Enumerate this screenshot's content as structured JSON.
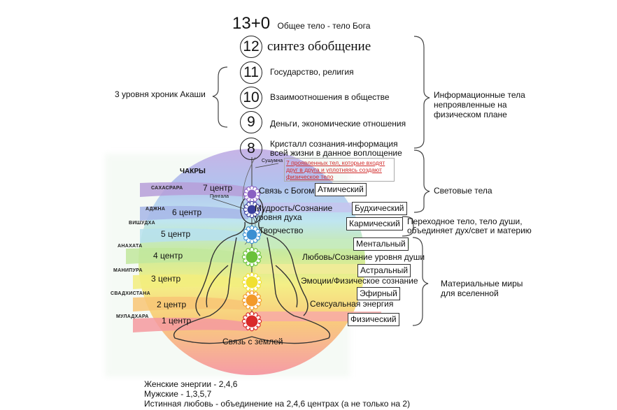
{
  "levels": [
    {
      "number": "13+0",
      "label": "Общее тело - тело Бога"
    },
    {
      "number": "12",
      "label": "синтез обобщение"
    },
    {
      "number": "11",
      "label": "Государство, религия"
    },
    {
      "number": "10",
      "label": "Взаимоотношения в обществе"
    },
    {
      "number": "9",
      "label": "Деньги, экономические отношения"
    },
    {
      "number": "8",
      "label_line1": "Кристалл сознания-информация",
      "label_line2": "всей жизни в данное воплощение"
    }
  ],
  "akashi_label": "3 уровня хроник Акаши",
  "right_groups": {
    "info": [
      "Информационные тела",
      "непроявленные на",
      "физическом плане"
    ],
    "light": "Световые тела",
    "transitional": [
      "Переходное тело, тело души,",
      "объединяет дух/свет и материю"
    ],
    "material": [
      "Материальные миры",
      "для вселенной"
    ]
  },
  "note": "7 проявленных тел, которые входят друг в друга и уплотняясь создают физическое тело",
  "diagram": {
    "chakras_title": "ЧАКРЫ",
    "sushumna": "Сушумна",
    "pingala": "Пингала",
    "chakra_names": [
      "САХАСРАРА",
      "АДЖНА",
      "ВИШУДХА",
      "АНАХАТА",
      "МАНИПУРА",
      "СВАДХИСТАНА",
      "МУЛАДХАРА"
    ],
    "centers": [
      "7 центр",
      "6 центр",
      "5 центр",
      "4 центр",
      "3 центр",
      "2 центр",
      "1 центр"
    ],
    "mid_labels": [
      "Связь с Богом",
      "Мудрость/Сознание",
      "уровня духа",
      "Творчество",
      "Любовь/Сознание уровня души",
      "Эмоции/Физическое сознание",
      "Сексуальная энергия",
      "Связь с землей"
    ],
    "bodies": [
      "Атмический",
      "Будхический",
      "Кармический",
      "Ментальный",
      "Астральный",
      "Эфирный",
      "Физический"
    ],
    "band_colors": [
      "#b9a3d8",
      "#a9b8e6",
      "#bfe2ef",
      "#c8e8a8",
      "#f1ee8e",
      "#f9c77e",
      "#f39aa0"
    ],
    "chakra_colors": [
      "#8a5fc2",
      "#3b3f9e",
      "#3b8fd2",
      "#6bc13a",
      "#f0e030",
      "#f39a2a",
      "#d92a2a"
    ]
  },
  "bottom_lines": [
    "Женские энергии - 2,4,6",
    "Мужские - 1,3,5,7",
    "Истинная любовь - объединение на 2,4,6 центрах (а не только на 2)"
  ]
}
